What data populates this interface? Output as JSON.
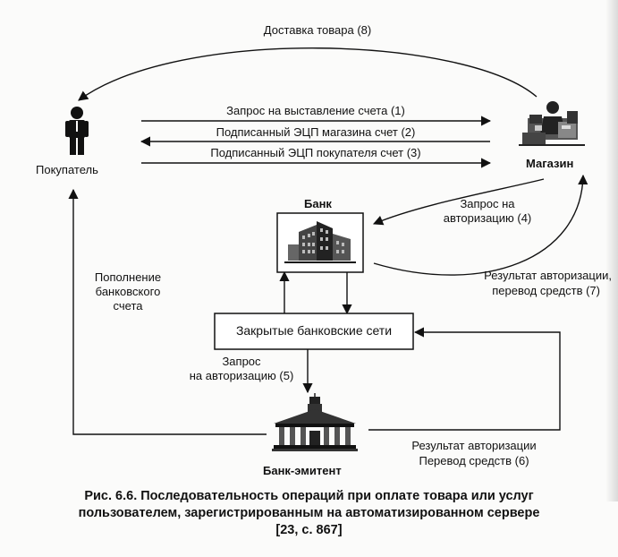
{
  "nodes": {
    "buyer": "Покупатель",
    "store": "Магазин",
    "bank": "Банк",
    "networks": "Закрытые банковские сети",
    "issuer": "Банк-эмитент"
  },
  "edges": {
    "delivery": "Доставка товара (8)",
    "invoice_request": "Запрос на выставление счета (1)",
    "store_signed": "Подписанный ЭЦП магазина счет (2)",
    "buyer_signed": "Подписанный ЭЦП покупателя счет (3)",
    "auth_request_4_line1": "Запрос на",
    "auth_request_4_line2": "авторизацию (4)",
    "auth_result_7_line1": "Результат авторизации,",
    "auth_result_7_line2": "перевод средств (7)",
    "replenish_line1": "Пополнение",
    "replenish_line2": "банковского",
    "replenish_line3": "счета",
    "auth_request_5_line1": "Запрос",
    "auth_request_5_line2": "на авторизацию (5)",
    "auth_result_6_line1": "Результат авторизации",
    "auth_result_6_line2": "Перевод средств (6)"
  },
  "icons": {
    "buyer": "person-icon",
    "store": "shop-clerk-icon",
    "bank": "bank-building-icon",
    "issuer": "classical-bank-icon"
  },
  "caption": {
    "line1": "Рис. 6.6. Последовательность операций при оплате товара или услуг",
    "line2": "пользователем, зарегистрированным на автоматизированном сервере",
    "line3": "[23, с. 867]"
  }
}
